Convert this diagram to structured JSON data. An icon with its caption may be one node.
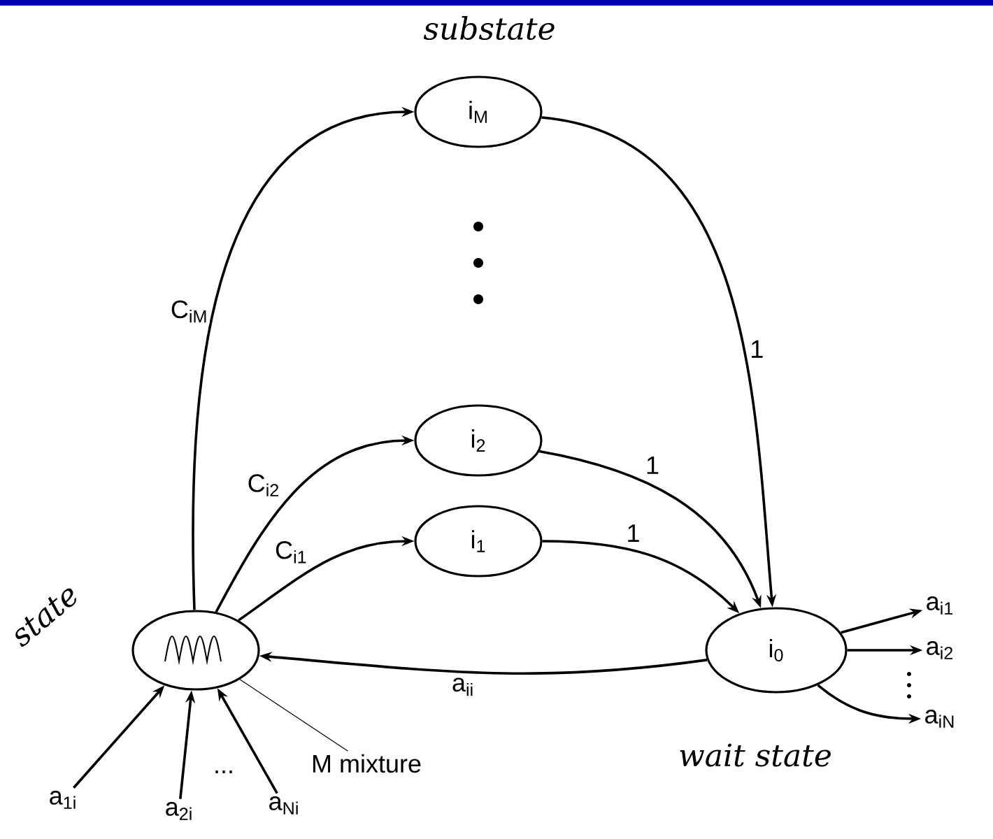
{
  "diagram": {
    "nodes": [
      {
        "text": [],
        "shape": "ellipse",
        "beside": [
          "state"
        ]
      },
      {
        "text": [
          "i$_{M}$"
        ],
        "beside": [
          "substate"
        ]
      },
      {
        "text": [
          "i$_{2}$"
        ]
      },
      {
        "text": [
          "i$_{1}$"
        ]
      },
      {
        "text": [
          "i$_{0}$"
        ],
        "beside": [
          "wait state"
        ]
      },
      {
        "text": [
          "a$_{1i}$"
        ]
      },
      {
        "text": [
          "a$_{2i}$"
        ]
      },
      {
        "text": [
          "a$_{Ni}$"
        ]
      },
      {
        "text": [
          "a$_{i1}$"
        ]
      },
      {
        "text": [
          "a$_{i2}$"
        ]
      },
      {
        "text": [
          "a$_{iN}$"
        ]
      },
      {
        "text": [
          "M mixture"
        ]
      }
    ],
    "edges": [
      {
        "from": 0,
        "to": 1,
        "arrow": "to",
        "label": "C$_{iM}$"
      },
      {
        "from": 0,
        "to": 2,
        "arrow": "to",
        "label": "C$_{i2}$"
      },
      {
        "from": 0,
        "to": 3,
        "arrow": "to",
        "label": "C$_{i1}$"
      },
      {
        "from": 1,
        "to": 4,
        "arrow": "to",
        "label": "1"
      },
      {
        "from": 2,
        "to": 4,
        "arrow": "to",
        "label": "1"
      },
      {
        "from": 3,
        "to": 4,
        "arrow": "to",
        "label": "1"
      },
      {
        "from": 4,
        "to": 0,
        "arrow": "to",
        "label": "a$_{ii}$"
      },
      {
        "from": 5,
        "to": 0,
        "arrow": "to"
      },
      {
        "from": 6,
        "to": 0,
        "arrow": "to"
      },
      {
        "from": 7,
        "to": 0,
        "arrow": "to"
      },
      {
        "from": 4,
        "to": 8,
        "arrow": "to"
      },
      {
        "from": 4,
        "to": 9,
        "arrow": "to"
      },
      {
        "from": 4,
        "to": 10,
        "arrow": "to"
      },
      {
        "from": 11,
        "to": 0,
        "arrow": "none"
      }
    ],
    "labels": [
      "..."
    ]
  }
}
